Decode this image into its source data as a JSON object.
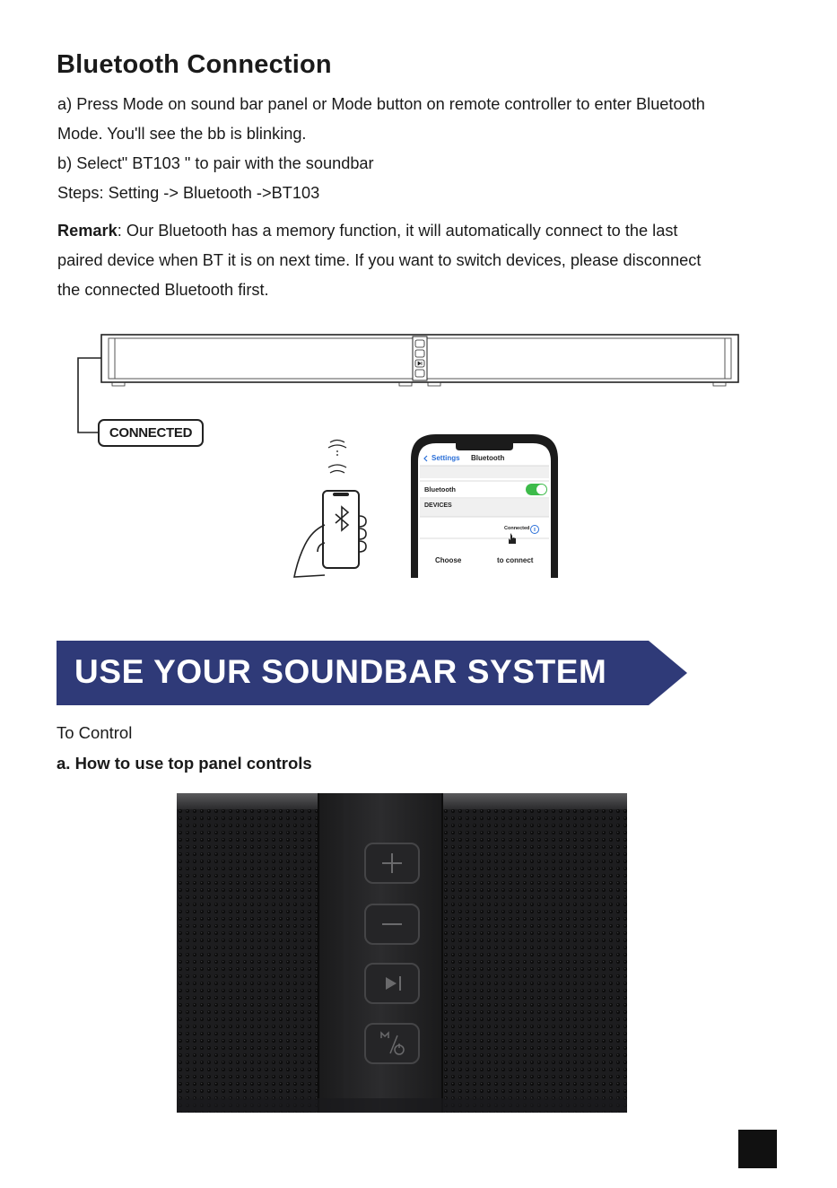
{
  "section1": {
    "title": "Bluetooth Connection",
    "line_a1": "a) Press Mode on sound bar panel or Mode button on remote controller to enter Bluetooth",
    "line_a2": "Mode. You'll see the bb is blinking.",
    "line_b": "b) Select\" BT103 \" to pair with the soundbar",
    "line_steps": "Steps: Setting -> Bluetooth ->BT103",
    "remark_label": "Remark",
    "remark_1": ": Our Bluetooth has a memory function, it will automatically connect to the last",
    "remark_2": "paired device when BT it is on next time. If you want to switch devices, please disconnect",
    "remark_3": "the connected Bluetooth first."
  },
  "diagram": {
    "connected_label": "CONNECTED",
    "phone_screen": {
      "back_label": "Settings",
      "screen_title": "Bluetooth",
      "bluetooth_row": "Bluetooth",
      "devices_header": "DEVICES",
      "device_status": "Connected",
      "hint_left": "Choose",
      "hint_right": "to connect"
    }
  },
  "section2": {
    "banner": "USE YOUR SOUNDBAR SYSTEM",
    "to_control": "To Control",
    "subheading": "a. How to use top panel controls"
  },
  "colors": {
    "banner": "#2f3a78",
    "toggle_on": "#3dbb4a",
    "ios_blue": "#2a6fd8"
  }
}
